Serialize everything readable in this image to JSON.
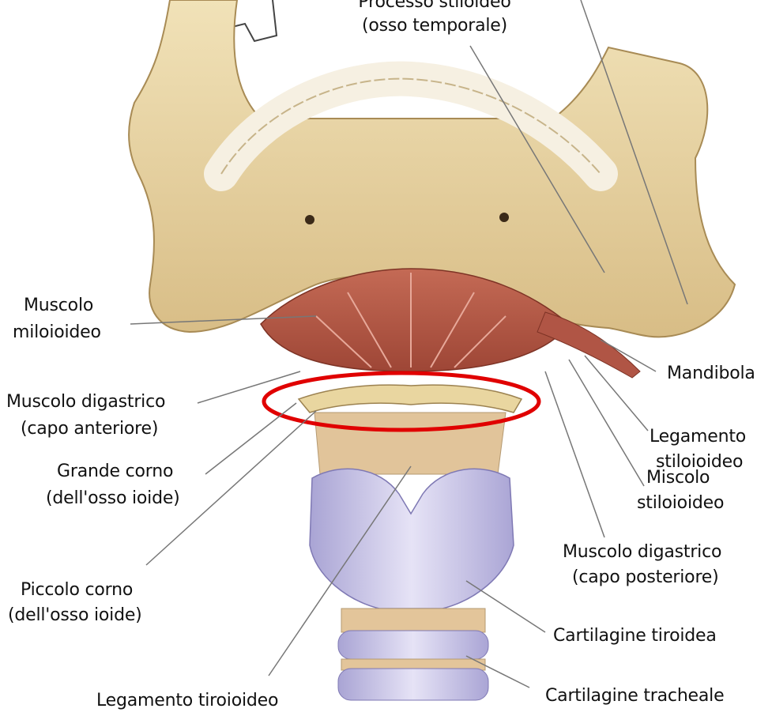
{
  "labels": {
    "processo_stiloideo_l1": "Processo  stiloideo",
    "processo_stiloideo_l2": "(osso temporale)",
    "muscolo_miloioideo_l1": "Muscolo",
    "muscolo_miloioideo_l2": "miloioideo",
    "digastrico_ant_l1": "Muscolo digastrico",
    "digastrico_ant_l2": "(capo anteriore)",
    "grande_corno_l1": "Grande corno",
    "grande_corno_l2": "(dell'osso ioide)",
    "piccolo_corno_l1": "Piccolo corno",
    "piccolo_corno_l2": "(dell'osso ioide)",
    "legamento_tiroioideo": "Legamento tiroioideo",
    "mandibola": "Mandibola",
    "legamento_stiloioideo_l1": "Legamento",
    "legamento_stiloioideo_l2": "stiloioideo",
    "miscolo_stiloioideo_l1": "Miscolo",
    "miscolo_stiloioideo_l2": "stiloioideo",
    "digastrico_post_l1": "Muscolo digastrico",
    "digastrico_post_l2": "(capo posteriore)",
    "cartilagine_tiroidea": "Cartilagine tiroidea",
    "cartilagine_tracheale": "Cartilagine tracheale"
  },
  "colors": {
    "bone": "#e6cf9a",
    "muscle": "#b85a48",
    "cartilage": "#c7c3e6",
    "highlight_ring": "#e00000"
  }
}
